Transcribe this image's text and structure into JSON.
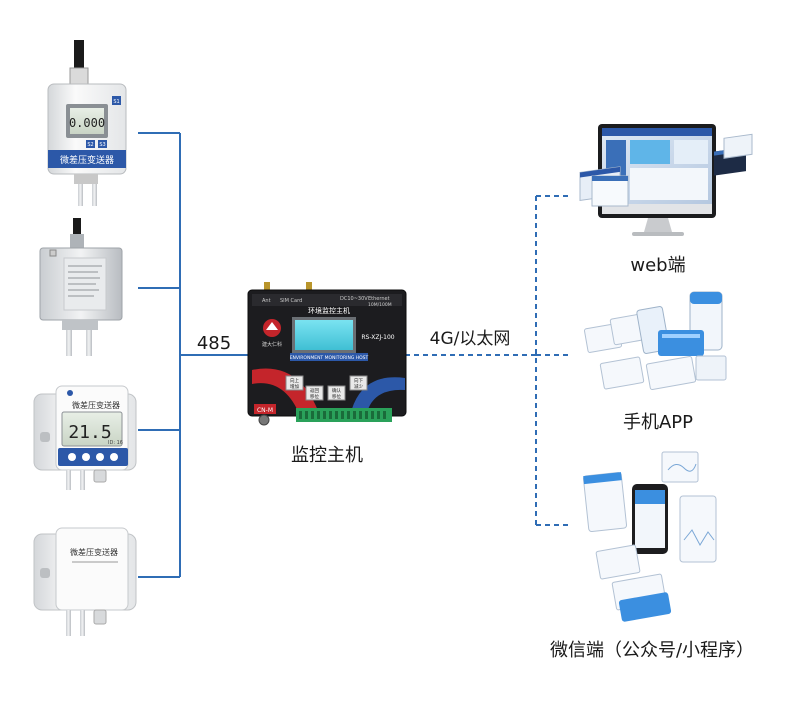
{
  "connections": {
    "rs485_label": "485",
    "network_label": "4G/以太网"
  },
  "host": {
    "label": "监控主机",
    "panel_title": "环境监控主机",
    "model": "RS-XZJ-100",
    "subtitle": "ENVIRONMENT MONITORING HOST",
    "brand": "建大仁科",
    "port_ant": "Ant",
    "port_sim": "SIM Card",
    "port_power": "DC10~30V",
    "port_eth": "Ethernet",
    "port_eth_speed": "10M/100M",
    "badge": "CN-M",
    "btn_up": "向上",
    "btn_up2": "增加",
    "btn_down": "向下",
    "btn_down2": "减少",
    "btn_ok": "返回",
    "btn_ok2": "移位",
    "btn_set": "确认",
    "btn_set2": "移位"
  },
  "sensors": [
    {
      "screen_text": "0.000",
      "tag": "微差压变送器",
      "key_s1": "S1",
      "key_s2": "S2",
      "key_s3": "S3"
    },
    {
      "screen_text": ""
    },
    {
      "screen_text": "21.5",
      "tag": "微差压变送器",
      "sub": "ID: 16"
    },
    {
      "screen_text": "",
      "tag": "微差压变送器"
    }
  ],
  "clients": {
    "web_label": "web端",
    "app_label": "手机APP",
    "wechat_label": "微信端（公众号/小程序）"
  },
  "colors": {
    "line_blue": "#2f6db5",
    "host_body": "#1c1c1f",
    "host_red": "#c4252b",
    "host_blue": "#2c58a8",
    "terminal_green": "#2aa15a",
    "screen_cyan": "#5ad6e8"
  }
}
